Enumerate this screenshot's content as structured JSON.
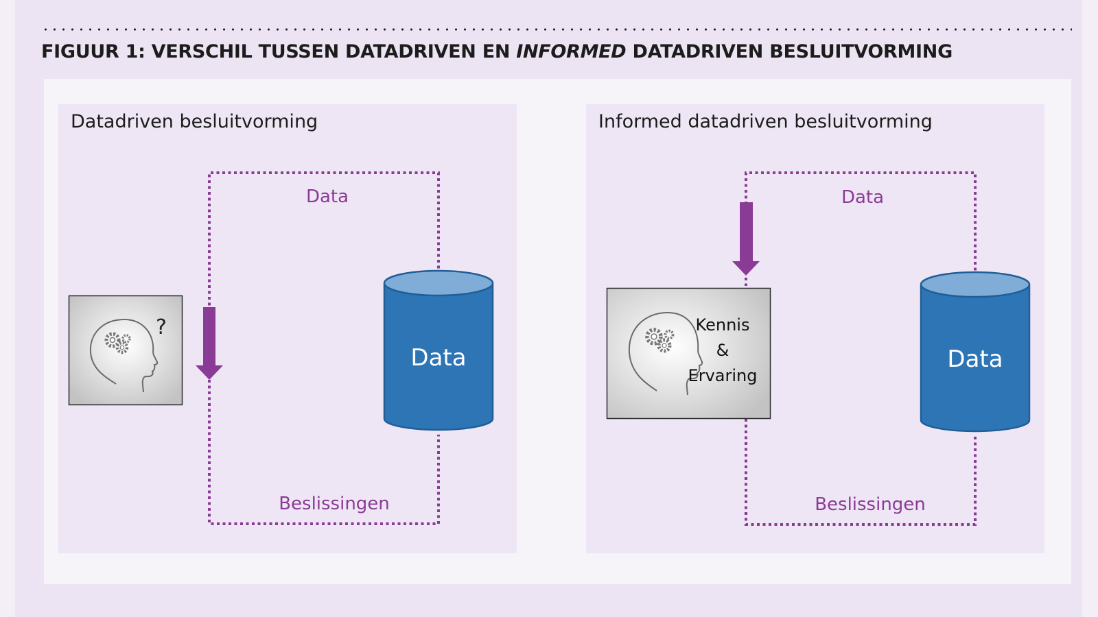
{
  "figure": {
    "title_before": "FIGUUR 1: VERSCHIL TUSSEN DATADRIVEN EN ",
    "title_italic": "INFORMED",
    "title_after": " DATADRIVEN BESLUITVORMING"
  },
  "left_panel": {
    "title": "Datadriven besluitvorming",
    "data_label": "Data",
    "decisions_label": "Beslissingen",
    "cylinder_label": "Data",
    "head_symbol": "?"
  },
  "right_panel": {
    "title": "Informed datadriven besluitvorming",
    "data_label": "Data",
    "decisions_label": "Beslissingen",
    "cylinder_label": "Data",
    "head_lines": [
      "Kennis",
      "&",
      "Ervaring"
    ]
  },
  "colors": {
    "accent_purple": "#8a3b96",
    "cylinder_blue": "#2e75b6",
    "cylinder_top": "#7fadd8"
  },
  "icons": {
    "head": "head-with-gears-icon",
    "database": "database-cylinder-icon",
    "arrow": "arrow-down-icon"
  }
}
